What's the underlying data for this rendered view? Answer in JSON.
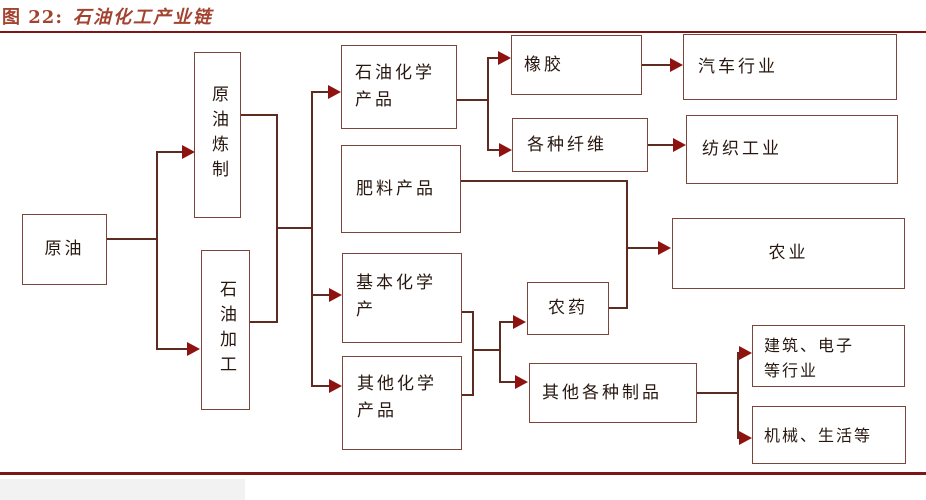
{
  "figure": {
    "label": "图 22:",
    "title": "石油化工产业链"
  },
  "colors": {
    "title_text": "#a3432f",
    "rule": "#7d1517",
    "box_border": "#7b453c",
    "connector_line": "#5d2b22",
    "arrowhead": "#8e120f",
    "node_text": "#27170f",
    "background": "#ffffff",
    "footer_shade": "#f3f2f3"
  },
  "diagram": {
    "nodes": {
      "crude_oil": {
        "label": "原油"
      },
      "refining": {
        "label": "原油炼制"
      },
      "processing": {
        "label": "石油加工"
      },
      "petrochemical": {
        "label": "石油化学\n产品"
      },
      "fertilizer": {
        "label": "肥料产品"
      },
      "basic_chem": {
        "label": "基本化学\n产"
      },
      "other_chem": {
        "label": "其他化学\n产品"
      },
      "rubber": {
        "label": "橡胶"
      },
      "fibers": {
        "label": "各种纤维"
      },
      "pesticide": {
        "label": "农药"
      },
      "other_products": {
        "label": "其他各种制品"
      },
      "auto": {
        "label": "汽车行业"
      },
      "textile": {
        "label": "纺织工业"
      },
      "agriculture": {
        "label": "农业"
      },
      "construction": {
        "label": "建筑、电子\n等行业"
      },
      "machinery": {
        "label": "机械、生活等"
      }
    },
    "edges": [
      {
        "from": "crude_oil",
        "to": "refining"
      },
      {
        "from": "crude_oil",
        "to": "processing"
      },
      {
        "from": "refining",
        "to": "petrochemical"
      },
      {
        "from": "refining",
        "to": "basic_chem"
      },
      {
        "from": "refining",
        "to": "other_chem"
      },
      {
        "from": "processing",
        "to": "petrochemical"
      },
      {
        "from": "processing",
        "to": "basic_chem"
      },
      {
        "from": "processing",
        "to": "other_chem"
      },
      {
        "from": "petrochemical",
        "to": "rubber"
      },
      {
        "from": "petrochemical",
        "to": "fibers"
      },
      {
        "from": "rubber",
        "to": "auto"
      },
      {
        "from": "fibers",
        "to": "textile"
      },
      {
        "from": "fertilizer",
        "to": "agriculture"
      },
      {
        "from": "pesticide",
        "to": "agriculture"
      },
      {
        "from": "basic_chem",
        "to": "pesticide"
      },
      {
        "from": "basic_chem",
        "to": "other_products"
      },
      {
        "from": "other_chem",
        "to": "pesticide"
      },
      {
        "from": "other_chem",
        "to": "other_products"
      },
      {
        "from": "other_products",
        "to": "construction"
      },
      {
        "from": "other_products",
        "to": "machinery"
      }
    ]
  }
}
